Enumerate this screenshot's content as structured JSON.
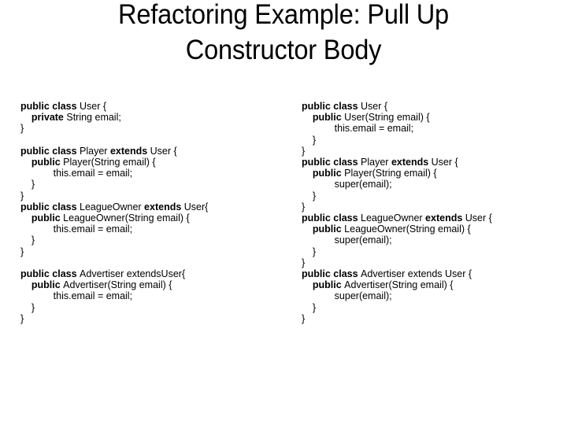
{
  "slide": {
    "background_color": "#ffffff",
    "text_color": "#000000",
    "title": {
      "line1": "Refactoring Example: Pull Up",
      "line2": "Constructor Body"
    }
  },
  "code_left": {
    "label": "before-refactoring-code",
    "blocks": [
      {
        "lines": [
          {
            "segments": [
              {
                "text": "public class ",
                "bold": true
              },
              {
                "text": "User {",
                "bold": false
              }
            ]
          },
          {
            "segments": [
              {
                "text": "    private ",
                "bold": true
              },
              {
                "text": "String email;",
                "bold": false
              }
            ]
          },
          {
            "segments": [
              {
                "text": "}",
                "bold": false
              }
            ]
          }
        ]
      },
      {
        "blank": true
      },
      {
        "lines": [
          {
            "segments": [
              {
                "text": "public class ",
                "bold": true
              },
              {
                "text": "Player ",
                "bold": false
              },
              {
                "text": "extends ",
                "bold": true
              },
              {
                "text": "User {",
                "bold": false
              }
            ]
          },
          {
            "segments": [
              {
                "text": "    public ",
                "bold": true
              },
              {
                "text": "Player(String email) {",
                "bold": false
              }
            ]
          },
          {
            "segments": [
              {
                "text": "            this.email = email;",
                "bold": false
              }
            ]
          },
          {
            "segments": [
              {
                "text": "    }",
                "bold": false
              }
            ]
          },
          {
            "segments": [
              {
                "text": "}",
                "bold": false
              }
            ]
          }
        ]
      },
      {
        "lines": [
          {
            "segments": [
              {
                "text": "public class ",
                "bold": true
              },
              {
                "text": "LeagueOwner ",
                "bold": false
              },
              {
                "text": "extends ",
                "bold": true
              },
              {
                "text": "User{",
                "bold": false
              }
            ]
          },
          {
            "segments": [
              {
                "text": "    public ",
                "bold": true
              },
              {
                "text": "LeagueOwner(String email) {",
                "bold": false
              }
            ]
          },
          {
            "segments": [
              {
                "text": "            this.email = email;",
                "bold": false
              }
            ]
          },
          {
            "segments": [
              {
                "text": "    }",
                "bold": false
              }
            ]
          },
          {
            "segments": [
              {
                "text": "}",
                "bold": false
              }
            ]
          }
        ]
      },
      {
        "blank": true
      },
      {
        "lines": [
          {
            "segments": [
              {
                "text": "public class ",
                "bold": true
              },
              {
                "text": "Advertiser extendsUser{",
                "bold": false
              }
            ]
          },
          {
            "segments": [
              {
                "text": "    public ",
                "bold": true
              },
              {
                "text": "Advertiser(String email) {",
                "bold": false
              }
            ]
          },
          {
            "segments": [
              {
                "text": "            this.email = email;",
                "bold": false
              }
            ]
          },
          {
            "segments": [
              {
                "text": "    }",
                "bold": false
              }
            ]
          },
          {
            "segments": [
              {
                "text": "}",
                "bold": false
              }
            ]
          }
        ]
      }
    ]
  },
  "code_right": {
    "label": "after-refactoring-code",
    "blocks": [
      {
        "lines": [
          {
            "segments": [
              {
                "text": "public class ",
                "bold": true
              },
              {
                "text": "User {",
                "bold": false
              }
            ]
          },
          {
            "segments": [
              {
                "text": "    public ",
                "bold": true
              },
              {
                "text": "User(String email) {",
                "bold": false
              }
            ]
          },
          {
            "segments": [
              {
                "text": "            this.email = email;",
                "bold": false
              }
            ]
          },
          {
            "segments": [
              {
                "text": "    }",
                "bold": false
              }
            ]
          },
          {
            "segments": [
              {
                "text": "}",
                "bold": false
              }
            ]
          }
        ]
      },
      {
        "lines": [
          {
            "segments": [
              {
                "text": "public class ",
                "bold": true
              },
              {
                "text": "Player ",
                "bold": false
              },
              {
                "text": "extends ",
                "bold": true
              },
              {
                "text": "User {",
                "bold": false
              }
            ]
          },
          {
            "segments": [
              {
                "text": "    public ",
                "bold": true
              },
              {
                "text": "Player(String email) {",
                "bold": false
              }
            ]
          },
          {
            "segments": [
              {
                "text": "            super(email);",
                "bold": false
              }
            ]
          },
          {
            "segments": [
              {
                "text": "    }",
                "bold": false
              }
            ]
          },
          {
            "segments": [
              {
                "text": "}",
                "bold": false
              }
            ]
          }
        ]
      },
      {
        "lines": [
          {
            "segments": [
              {
                "text": "public class ",
                "bold": true
              },
              {
                "text": "LeagueOwner ",
                "bold": false
              },
              {
                "text": "extends ",
                "bold": true
              },
              {
                "text": "User {",
                "bold": false
              }
            ]
          },
          {
            "segments": [
              {
                "text": "    public ",
                "bold": true
              },
              {
                "text": "LeagueOwner(String email) {",
                "bold": false
              }
            ]
          },
          {
            "segments": [
              {
                "text": "            super(email);",
                "bold": false
              }
            ]
          },
          {
            "segments": [
              {
                "text": "    }",
                "bold": false
              }
            ]
          },
          {
            "segments": [
              {
                "text": "}",
                "bold": false
              }
            ]
          }
        ]
      },
      {
        "lines": [
          {
            "segments": [
              {
                "text": "public class ",
                "bold": true
              },
              {
                "text": "Advertiser extends User {",
                "bold": false
              }
            ]
          },
          {
            "segments": [
              {
                "text": "    public ",
                "bold": true
              },
              {
                "text": "Advertiser(String email) {",
                "bold": false
              }
            ]
          },
          {
            "segments": [
              {
                "text": "            super(email);",
                "bold": false
              }
            ]
          },
          {
            "segments": [
              {
                "text": "    }",
                "bold": false
              }
            ]
          },
          {
            "segments": [
              {
                "text": "}",
                "bold": false
              }
            ]
          }
        ]
      }
    ]
  }
}
